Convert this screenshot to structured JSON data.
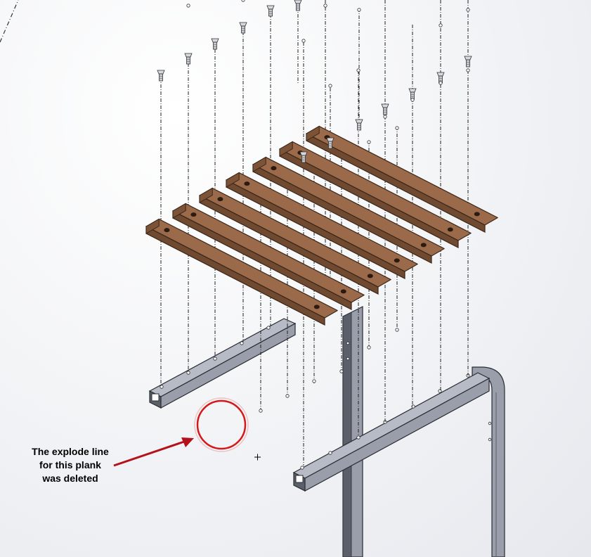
{
  "annotation": {
    "lines": [
      "The explode line",
      "for this plank",
      "was deleted"
    ],
    "arrow_color": "#b3121a",
    "circle_color": "#d31a1a"
  },
  "colors": {
    "plank_top": "#9a6a4a",
    "plank_front": "#6f4a31",
    "plank_edge": "#3a2516",
    "frame_fill": "#9a9eab",
    "frame_dark": "#5b5f6a",
    "frame_edge": "#2a2c33",
    "explode_line": "#222222"
  },
  "icons": [
    "screw-icon",
    "cursor-crosshair-icon"
  ]
}
